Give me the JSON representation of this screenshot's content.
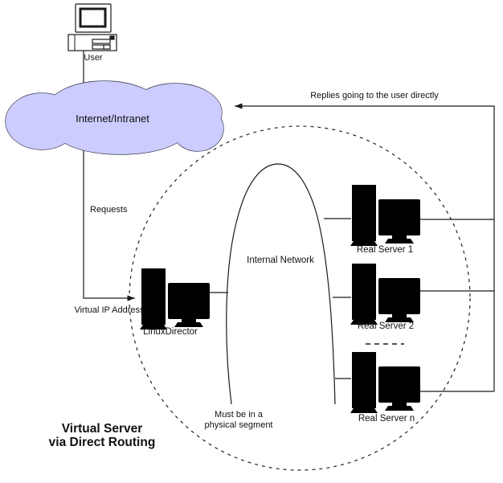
{
  "diagram": {
    "title_line1": "Virtual Server",
    "title_line2": "via Direct Routing",
    "user_label": "User",
    "cloud_label": "Internet/Intranet",
    "replies_label": "Replies going to the user directly",
    "requests_label": "Requests",
    "virtual_ip_label": "Virtual IP Address",
    "director_label": "LinuxDirector",
    "internal_network_label": "Internal Network",
    "segment_note_line1": "Must be in a",
    "segment_note_line2": "physical segment",
    "servers": [
      {
        "label": "Real Server 1"
      },
      {
        "label": "Real Server 2"
      },
      {
        "label": "Real Server n"
      }
    ],
    "colors": {
      "cloud_fill": "#ccccff",
      "line": "#1a1a1a",
      "background": "#ffffff"
    }
  }
}
